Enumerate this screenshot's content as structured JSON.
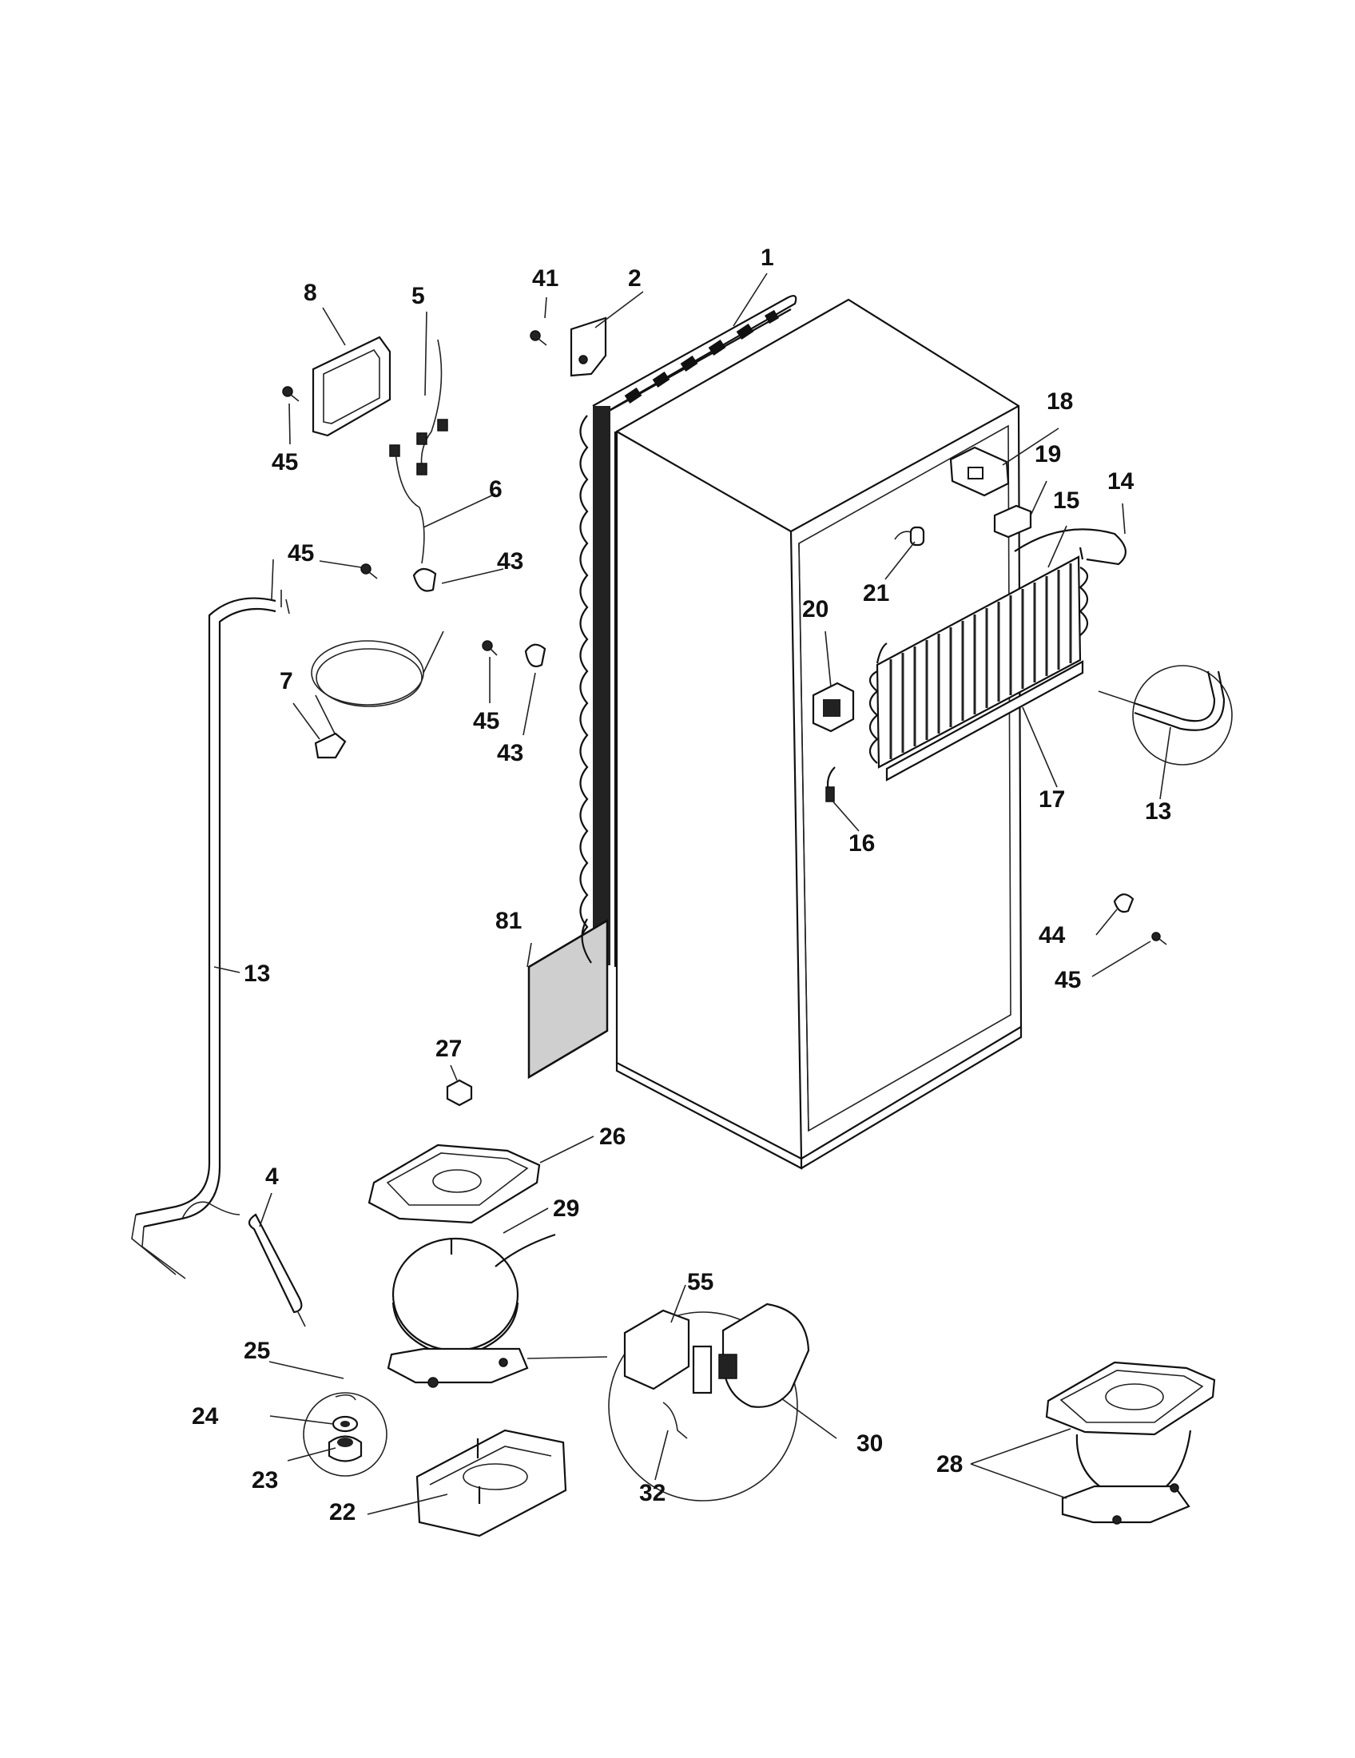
{
  "labels": {
    "l1": "1",
    "l2": "2",
    "l41": "41",
    "l8": "8",
    "l5": "5",
    "l45a": "45",
    "l6": "6",
    "l45b": "45",
    "l43a": "43",
    "l45c": "45",
    "l43b": "43",
    "l7": "7",
    "l18": "18",
    "l19": "19",
    "l14": "14",
    "l15": "15",
    "l21": "21",
    "l20": "20",
    "l17": "17",
    "l13a": "13",
    "l16": "16",
    "l81": "81",
    "l44": "44",
    "l45d": "45",
    "l13b": "13",
    "l27": "27",
    "l26": "26",
    "l4": "4",
    "l29": "29",
    "l55": "55",
    "l25": "25",
    "l24": "24",
    "l30": "30",
    "l23": "23",
    "l32": "32",
    "l28": "28",
    "l22": "22"
  }
}
